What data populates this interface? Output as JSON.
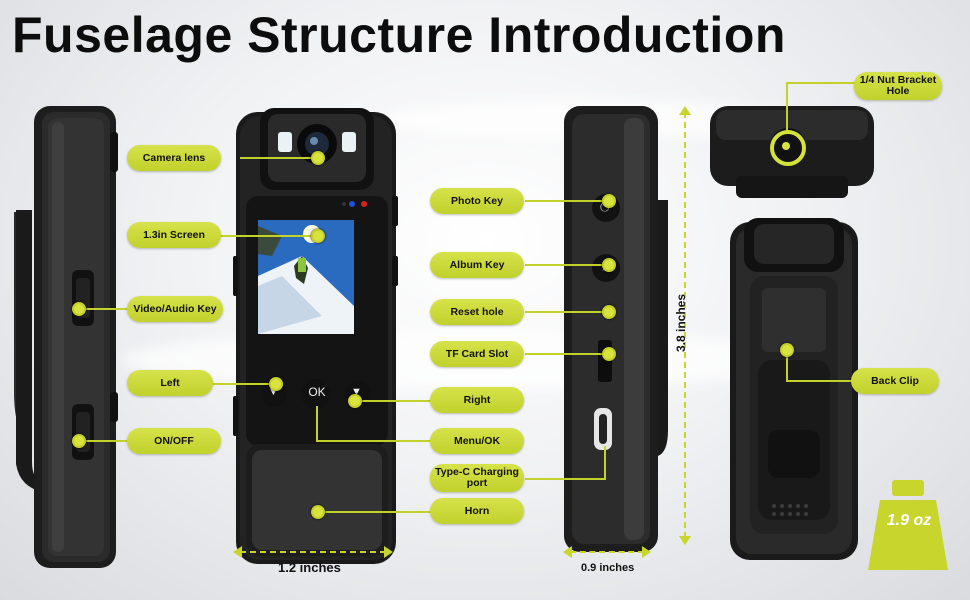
{
  "title": "Fuselage Structure Introduction",
  "labels": {
    "camera_lens": "Camera lens",
    "screen": "1.3in Screen",
    "video_audio_key": "Video/Audio Key",
    "left": "Left",
    "on_off": "ON/OFF",
    "photo_key": "Photo Key",
    "album_key": "Album Key",
    "reset_hole": "Reset hole",
    "tf_card_slot": "TF Card Slot",
    "right": "Right",
    "menu_ok": "Menu/OK",
    "type_c": "Type-C Charging port",
    "horn": "Horn",
    "nut_bracket": "1/4 Nut Bracket Hole",
    "back_clip": "Back Clip"
  },
  "ok_button_text": "OK",
  "dimensions": {
    "width": "1.2 inches",
    "depth": "0.9 inches",
    "height": "3.8 inches"
  },
  "weight": "1.9 oz",
  "colors": {
    "accent": "#cddc39",
    "device": "#1c1c1c"
  }
}
